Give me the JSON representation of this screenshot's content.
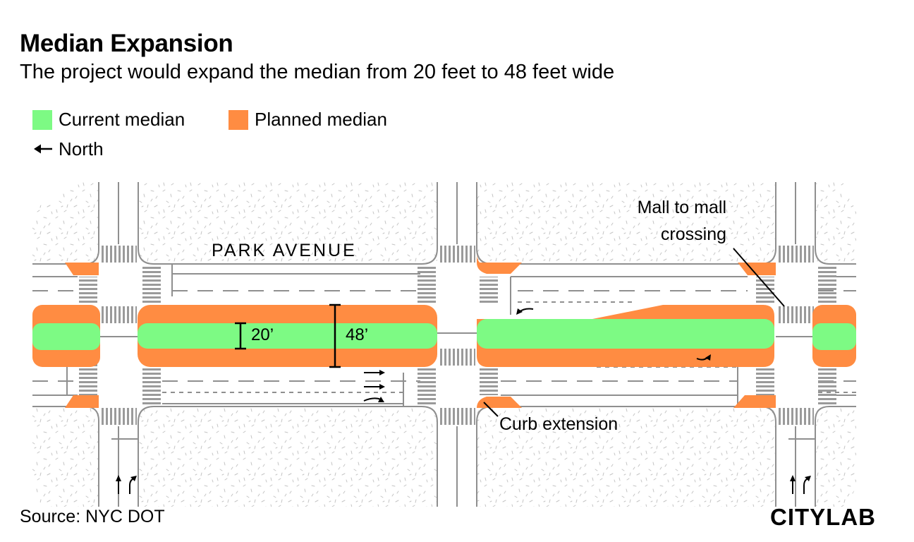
{
  "header": {
    "title": "Median Expansion",
    "subtitle": "The project would expand the median from 20 feet to 48 feet wide"
  },
  "legend": {
    "items": [
      {
        "label": "Current median",
        "color": "#7dfa84"
      },
      {
        "label": "Planned median",
        "color": "#ff8c42"
      }
    ],
    "north_label": "North"
  },
  "map": {
    "street_name": "PARK AVENUE",
    "dimensions": {
      "current": "20’",
      "planned": "48’"
    },
    "annotations": {
      "mall_crossing": "Mall to mall crossing",
      "curb_extension": "Curb extension"
    },
    "colors": {
      "current_median": "#7dfa84",
      "planned_median": "#ff8c42",
      "sidewalk": "#ffffff",
      "road_line": "#8f8f8f"
    }
  },
  "footer": {
    "source": "Source: NYC DOT",
    "logo": "CITYLAB"
  }
}
